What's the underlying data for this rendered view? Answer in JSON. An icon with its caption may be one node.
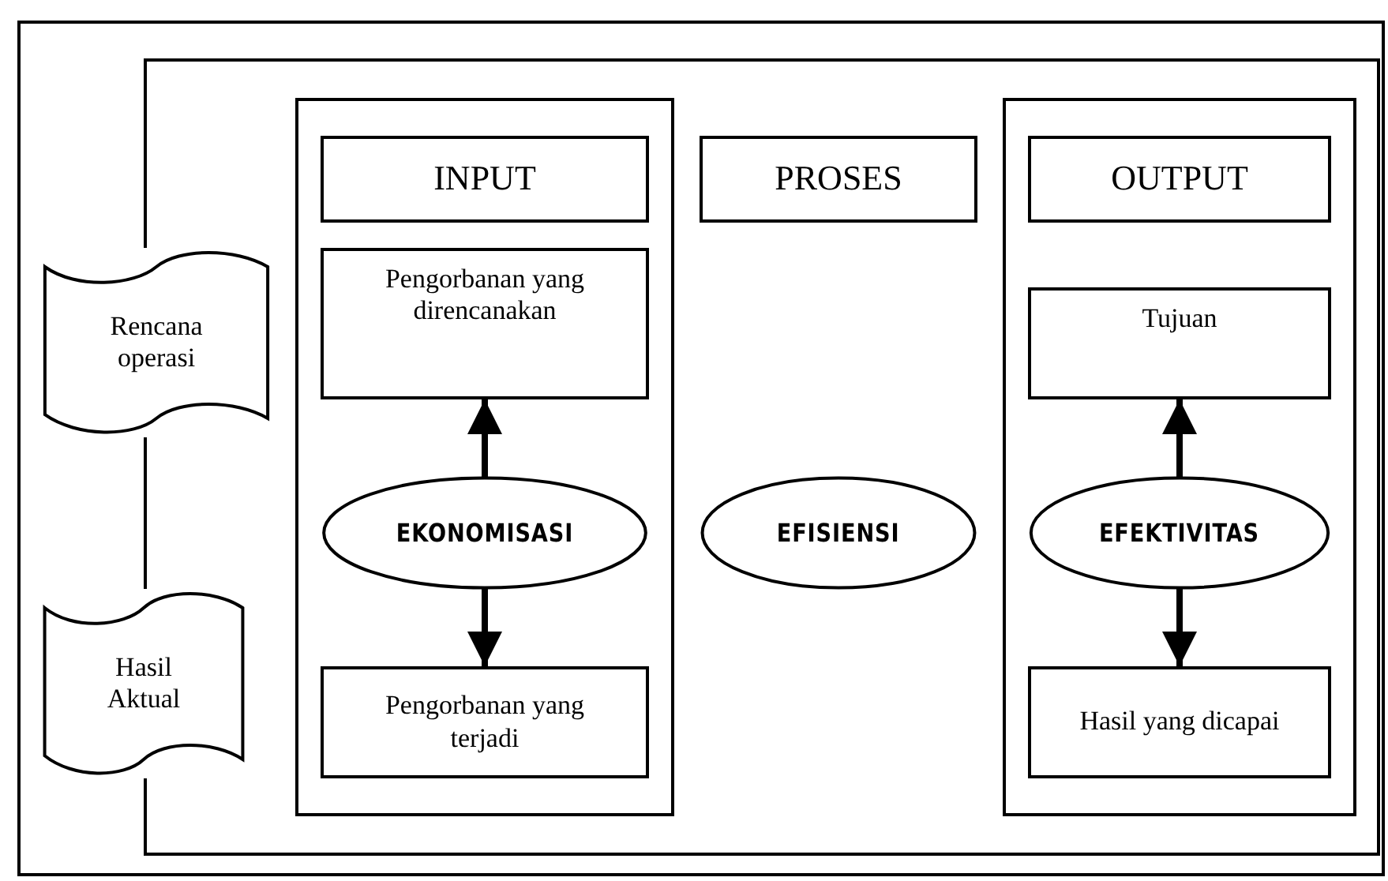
{
  "diagram": {
    "nodes": [
      {
        "text": [
          "Rencana operasi"
        ]
      },
      {
        "text": [
          "Hasil Aktual"
        ]
      },
      {
        "text": [],
        "shape": "box"
      },
      {
        "text": [
          "INPUT"
        ],
        "in": 2
      },
      {
        "text": [
          "Pengorbanan yang direncanakan"
        ],
        "in": 2
      },
      {
        "text": [
          "EKONOMISASI"
        ],
        "in": 2
      },
      {
        "text": [
          "Pengorbanan yang terjadi"
        ],
        "in": 2
      },
      {
        "text": [
          "PROSES"
        ]
      },
      {
        "text": [
          "EFISIENSI"
        ]
      },
      {
        "text": [],
        "shape": "box"
      },
      {
        "text": [
          "OUTPUT"
        ],
        "in": 9
      },
      {
        "text": [
          "Tujuan"
        ],
        "in": 9
      },
      {
        "text": [
          "EFEKTIVITAS"
        ],
        "in": 9
      },
      {
        "text": [
          "Hasil yang dicapai"
        ],
        "in": 9
      }
    ],
    "edges": [
      {
        "from": 5,
        "to": 4,
        "arrow": "to"
      },
      {
        "from": 5,
        "to": 6,
        "arrow": "to"
      },
      {
        "from": 12,
        "to": 11,
        "arrow": "to"
      },
      {
        "from": 12,
        "to": 13,
        "arrow": "to"
      }
    ]
  }
}
